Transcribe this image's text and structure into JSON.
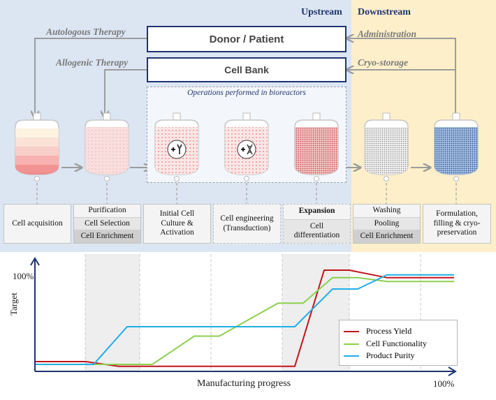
{
  "headers": {
    "upstream": "Upstream",
    "downstream": "Downstream"
  },
  "colors": {
    "navy": "#1f3470",
    "upstream_bg": "#dce6f3",
    "downstream_bg": "#fdefc9",
    "arrow": "#9c9c9c"
  },
  "flow_labels": {
    "autologous": "Autologous Therapy",
    "allogenic": "Allogenic Therapy",
    "administration": "Administration",
    "cryo_storage": "Cryo-storage"
  },
  "boxes": {
    "donor": "Donor / Patient",
    "cell_bank": "Cell Bank"
  },
  "bioreactor_region": {
    "title": "Operations performed in bioreactors"
  },
  "bags": [
    {
      "name": "cell-acquisition-bag",
      "icon": "layered-fill"
    },
    {
      "name": "purification-bag",
      "icon": "light-fill"
    },
    {
      "name": "culture-bag",
      "icon": "antibody-icon"
    },
    {
      "name": "engineering-bag",
      "icon": "dna-icon"
    },
    {
      "name": "expansion-bag",
      "icon": "dense-fill"
    },
    {
      "name": "washing-bag",
      "icon": "grey-fill"
    },
    {
      "name": "formulation-bag",
      "icon": "blue-fill"
    }
  ],
  "steps": {
    "acquisition": "Cell acquisition",
    "purification": [
      "Purification",
      "Cell Selection",
      "Cell Enrichment"
    ],
    "culture": "Initial Cell Culture & Activation",
    "engineering": "Cell engineering (Transduction)",
    "expansion": [
      "Expansion",
      "Cell differentiation"
    ],
    "washing": [
      "Washing",
      "Pooling",
      "Cell Enrichment"
    ],
    "formulation": "Formulation, filling & cryo-preservation"
  },
  "chart_data": {
    "type": "line",
    "xlabel": "Manufacturing progress",
    "ylabel": "Target",
    "ymax_label": "100%",
    "xmax_label": "100%",
    "ylim": [
      0,
      100
    ],
    "xlim": [
      0,
      100
    ],
    "series": [
      {
        "name": "Process Yield",
        "color": "#c0141b",
        "x": [
          0,
          12,
          20,
          62,
          69,
          75,
          84,
          100
        ],
        "y": [
          3,
          3,
          -2,
          -2,
          100,
          100,
          92,
          92
        ]
      },
      {
        "name": "Cell Functionality",
        "color": "#8ccf4e",
        "x": [
          0,
          12,
          28,
          38,
          44,
          58,
          64,
          71,
          77,
          84,
          100
        ],
        "y": [
          0,
          0,
          0,
          30,
          30,
          65,
          65,
          92,
          92,
          88,
          88
        ]
      },
      {
        "name": "Product Purity",
        "color": "#1eaee6",
        "x": [
          0,
          14,
          22,
          62,
          71,
          77,
          84,
          100
        ],
        "y": [
          0,
          0,
          40,
          40,
          80,
          80,
          95,
          95
        ]
      }
    ],
    "legend": "bottom-right",
    "grid": "dashed vertical stage dividers"
  }
}
